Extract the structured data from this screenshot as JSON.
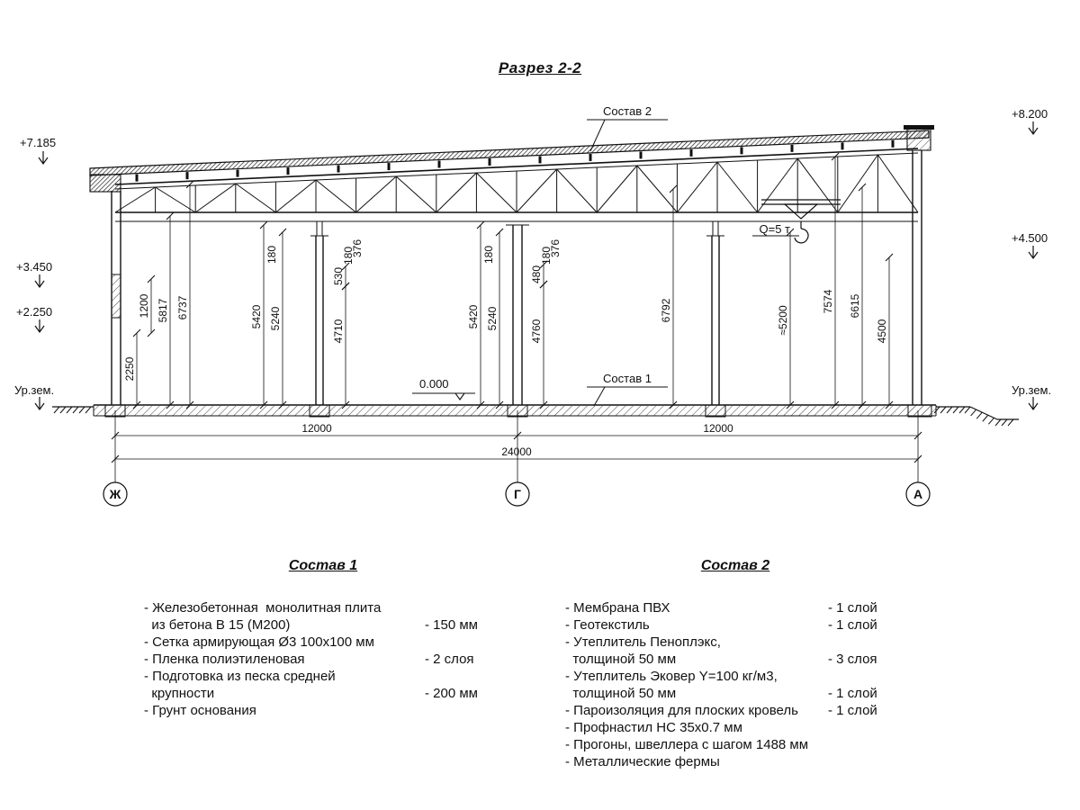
{
  "title": "Разрез 2-2",
  "elevations": {
    "left": [
      "+7.185",
      "+3.450",
      "+2.250",
      "Ур.зем."
    ],
    "right": [
      "+8.200",
      "+4.500",
      "Ур.зем."
    ]
  },
  "callouts": {
    "sostav2": "Состав 2",
    "sostav1": "Состав 1",
    "zero": "0.000",
    "crane_capacity": "Q=5 т"
  },
  "dims": {
    "vertical": [
      "2250",
      "1200",
      "5817",
      "6737",
      "5420",
      "5240",
      "180",
      "4710",
      "530",
      "180",
      "376",
      "5420",
      "5240",
      "180",
      "4760",
      "480",
      "180",
      "376",
      "6792",
      "≈5200",
      "7574",
      "6615",
      "4500"
    ],
    "horizontal": [
      "12000",
      "12000",
      "24000"
    ]
  },
  "grid_axes": [
    "Ж",
    "Г",
    "А"
  ],
  "sostav1": {
    "title": "Состав 1",
    "items": [
      {
        "text": "- Железобетонная  монолитная плита\n  из бетона В 15 (М200)",
        "value": "- 150 мм"
      },
      {
        "text": "- Сетка армирующая Ø3 100х100 мм",
        "value": ""
      },
      {
        "text": "- Пленка полиэтиленовая",
        "value": "-  2 слоя"
      },
      {
        "text": "- Подготовка из песка средней\n  крупности",
        "value": "- 200 мм"
      },
      {
        "text": "- Грунт основания",
        "value": ""
      }
    ]
  },
  "sostav2": {
    "title": "Состав 2",
    "items": [
      {
        "text": "- Мембрана ПВХ",
        "value": "- 1 слой"
      },
      {
        "text": "- Геотекстиль",
        "value": "- 1 слой"
      },
      {
        "text": "- Утеплитель Пеноплэкс,\n  толщиной 50 мм",
        "value": "- 3 слоя"
      },
      {
        "text": "- Утеплитель Эковер Y=100 кг/м3,\n  толщиной 50 мм",
        "value": "- 1 слой"
      },
      {
        "text": "- Пароизоляция для плоских кровель",
        "value": "- 1 слой"
      },
      {
        "text": "- Профнастил НС 35х0.7 мм",
        "value": ""
      },
      {
        "text": "- Прогоны, швеллера с шагом 1488 мм",
        "value": ""
      },
      {
        "text": "- Металлические фермы",
        "value": ""
      }
    ]
  }
}
